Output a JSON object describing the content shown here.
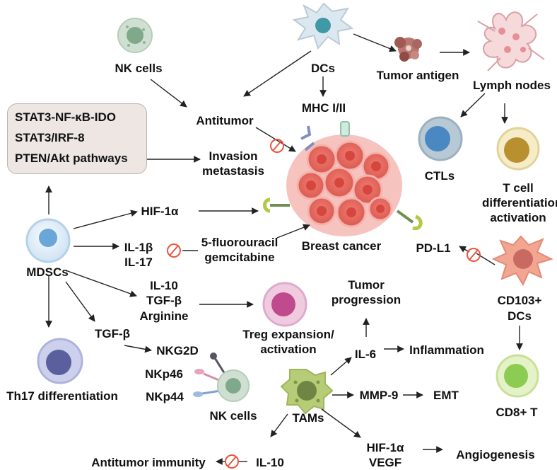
{
  "colors": {
    "arrow": "#222222",
    "inhibit": "#e8573f",
    "background": "#ffffff",
    "pathway_box": "#ede6e3",
    "tumor": "#e9776f"
  },
  "labels": {
    "nk_top": "NK cells",
    "dcs": "DCs",
    "tumor_antigen": "Tumor antigen",
    "lymph_nodes": "Lymph nodes",
    "mhc": "MHC I/II",
    "antitumor": "Antitumor",
    "invasion_1": "Invasion",
    "invasion_2": "metastasis",
    "ctls": "CTLs",
    "tcell_1": "T cell",
    "tcell_2": "differentiation",
    "tcell_3": "activation",
    "hif1a": "HIF-1α",
    "il1b": "IL-1β",
    "il17": "IL-17",
    "fu_1": "5-fluorouracil",
    "fu_2": "gemcitabine",
    "breast_cancer": "Breast cancer",
    "pdl1": "PD-L1",
    "mdscs": "MDSCs",
    "il10_a": "IL-10",
    "tgfb_a": "TGF-β",
    "arginine": "Arginine",
    "treg_1": "Treg expansion/",
    "treg_2": "activation",
    "tumor_prog_1": "Tumor",
    "tumor_prog_2": "progression",
    "cd103_1": "CD103+",
    "cd103_2": "DCs",
    "tgfb_b": "TGF-β",
    "nkg2d": "NKG2D",
    "nkp46": "NKp46",
    "nkp44": "NKp44",
    "nk_bottom": "NK cells",
    "th17": "Th17 differentiation",
    "il6": "IL-6",
    "inflammation": "Inflammation",
    "mmp9": "MMP-9",
    "emt": "EMT",
    "cd8": "CD8+ T",
    "tams": "TAMs",
    "hif1a_b": "HIF-1α",
    "vegf": "VEGF",
    "angiogenesis": "Angiogenesis",
    "antitumor_immunity": "Antitumor immunity",
    "il10_b": "IL-10"
  },
  "pathways": [
    "STAT3-NF-κB-IDO",
    "STAT3/IRF-8",
    "PTEN/Akt pathways"
  ]
}
